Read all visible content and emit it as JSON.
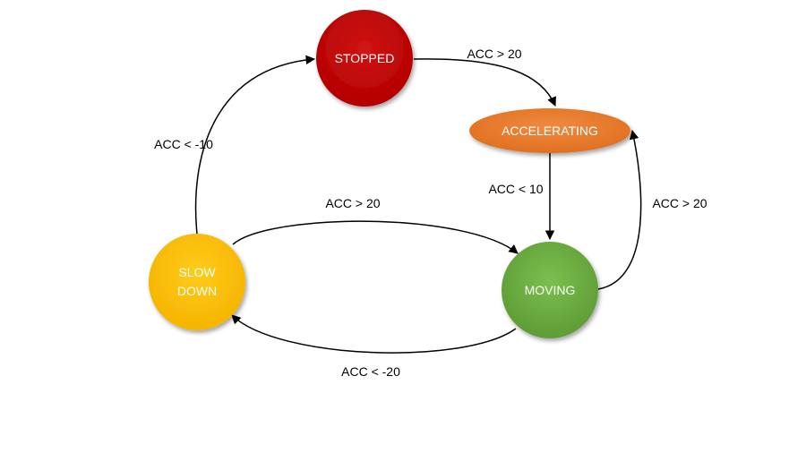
{
  "nodes": {
    "stopped": {
      "label": "STOPPED",
      "color": "#c00000"
    },
    "accelerating": {
      "label": "ACCELERATING",
      "color": "#ed7d31"
    },
    "moving": {
      "label": "MOVING",
      "color": "#70ad47"
    },
    "slow_down": {
      "label_line1": "SLOW",
      "label_line2": "DOWN",
      "color": "#ffc000"
    }
  },
  "edges": {
    "stopped_to_accelerating": {
      "label": "ACC > 20"
    },
    "accelerating_to_moving": {
      "label": "ACC < 10"
    },
    "moving_to_accelerating": {
      "label": "ACC > 20"
    },
    "slow_down_to_moving": {
      "label": "ACC > 20"
    },
    "moving_to_slow_down": {
      "label": "ACC < -20"
    },
    "slow_down_to_stopped": {
      "label": "ACC < -10"
    }
  }
}
